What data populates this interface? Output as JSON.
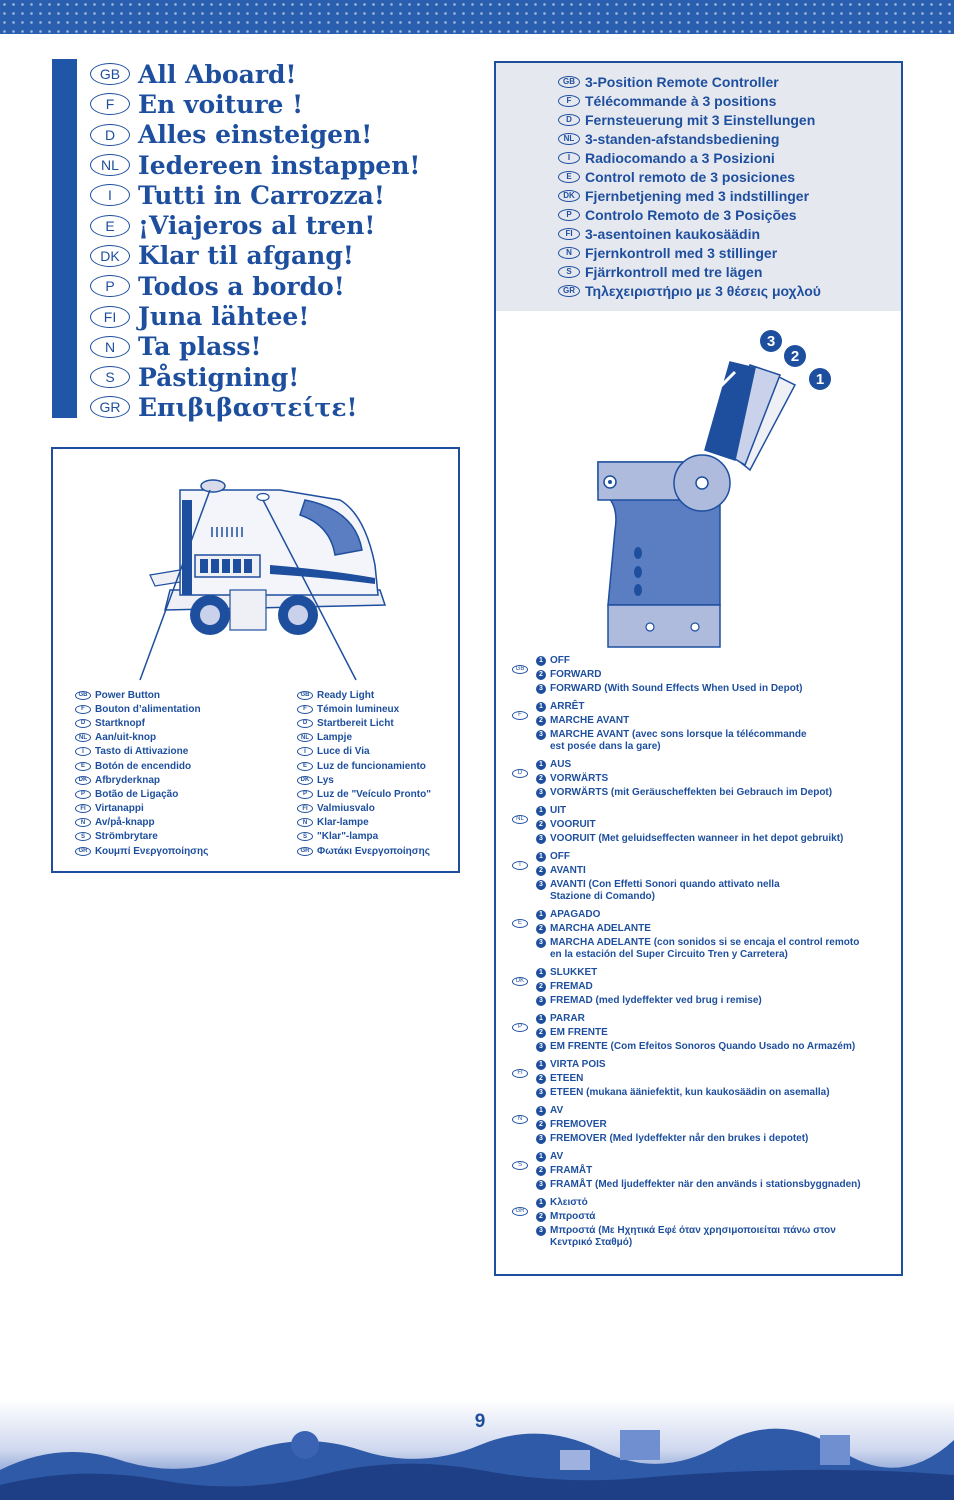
{
  "titles": [
    {
      "lang": "GB",
      "text": "All Aboard!"
    },
    {
      "lang": "F",
      "text": "En voiture !"
    },
    {
      "lang": "D",
      "text": "Alles einsteigen!"
    },
    {
      "lang": "NL",
      "text": "Iedereen instappen!"
    },
    {
      "lang": "I",
      "text": "Tutti in Carrozza!"
    },
    {
      "lang": "E",
      "text": "¡Viajeros al tren!"
    },
    {
      "lang": "DK",
      "text": "Klar til afgang!"
    },
    {
      "lang": "P",
      "text": "Todos a bordo!"
    },
    {
      "lang": "FI",
      "text": "Juna lähtee!"
    },
    {
      "lang": "N",
      "text": "Ta plass!"
    },
    {
      "lang": "S",
      "text": "Påstigning!"
    },
    {
      "lang": "GR",
      "text": "Επιβιβαστείτε!"
    }
  ],
  "power_button_labels": [
    {
      "lang": "GB",
      "text": "Power Button"
    },
    {
      "lang": "F",
      "text": "Bouton d’alimentation"
    },
    {
      "lang": "D",
      "text": "Startknopf"
    },
    {
      "lang": "NL",
      "text": "Aan/uit-knop"
    },
    {
      "lang": "I",
      "text": "Tasto di Attivazione"
    },
    {
      "lang": "E",
      "text": "Botón de encendido"
    },
    {
      "lang": "DK",
      "text": "Afbryderknap"
    },
    {
      "lang": "P",
      "text": "Botão de Ligação"
    },
    {
      "lang": "FI",
      "text": "Virtanappi"
    },
    {
      "lang": "N",
      "text": "Av/på-knapp"
    },
    {
      "lang": "S",
      "text": "Strömbrytare"
    },
    {
      "lang": "GR",
      "text": "Κουμπί Ενεργοποίησης"
    }
  ],
  "ready_light_labels": [
    {
      "lang": "GB",
      "text": "Ready Light"
    },
    {
      "lang": "F",
      "text": "Témoin lumineux"
    },
    {
      "lang": "D",
      "text": "Startbereit Licht"
    },
    {
      "lang": "NL",
      "text": "Lampje"
    },
    {
      "lang": "I",
      "text": "Luce di Via"
    },
    {
      "lang": "E",
      "text": "Luz de funcionamiento"
    },
    {
      "lang": "DK",
      "text": "Lys"
    },
    {
      "lang": "P",
      "text": "Luz de \"Veículo Pronto\""
    },
    {
      "lang": "FI",
      "text": "Valmiusvalo"
    },
    {
      "lang": "N",
      "text": "Klar-lampe"
    },
    {
      "lang": "S",
      "text": "\"Klar\"-lampa"
    },
    {
      "lang": "GR",
      "text": "Φωτάκι Ενεργοποίησης"
    }
  ],
  "remote_titles": [
    {
      "lang": "GB",
      "text": "3-Position Remote Controller"
    },
    {
      "lang": "F",
      "text": "Télécommande à 3 positions"
    },
    {
      "lang": "D",
      "text": "Fernsteuerung mit 3 Einstellungen"
    },
    {
      "lang": "NL",
      "text": "3-standen-afstandsbediening"
    },
    {
      "lang": "I",
      "text": "Radiocomando a 3 Posizioni"
    },
    {
      "lang": "E",
      "text": "Control remoto de 3 posiciones"
    },
    {
      "lang": "DK",
      "text": "Fjernbetjening med 3 indstillinger"
    },
    {
      "lang": "P",
      "text": "Controlo Remoto de 3 Posições"
    },
    {
      "lang": "FI",
      "text": "3-asentoinen kaukosäädin"
    },
    {
      "lang": "N",
      "text": "Fjernkontroll med 3 stillinger"
    },
    {
      "lang": "S",
      "text": "Fjärrkontroll med tre lägen"
    },
    {
      "lang": "GR",
      "text": "Τηλεχειριστήριο με 3 θέσεις μοχλού"
    }
  ],
  "position_badges": [
    "3",
    "2",
    "1"
  ],
  "position_numbers": [
    "1",
    "2",
    "3"
  ],
  "positions": [
    {
      "lang": "GB",
      "items": [
        "OFF",
        "FORWARD",
        "FORWARD (With Sound Effects When Used in Depot)"
      ]
    },
    {
      "lang": "F",
      "items": [
        "ARRÊT",
        "MARCHE AVANT",
        "MARCHE AVANT (avec sons lorsque la télécommande\nest posée dans la gare)"
      ]
    },
    {
      "lang": "D",
      "items": [
        "AUS",
        "VORWÄRTS",
        "VORWÄRTS (mit Geräuscheffekten bei Gebrauch im Depot)"
      ]
    },
    {
      "lang": "NL",
      "items": [
        "UIT",
        "VOORUIT",
        "VOORUIT (Met geluidseffecten wanneer in het depot gebruikt)"
      ]
    },
    {
      "lang": "I",
      "items": [
        "OFF",
        "AVANTI",
        "AVANTI (Con Effetti Sonori quando attivato nella\nStazione di Comando)"
      ]
    },
    {
      "lang": "E",
      "items": [
        "APAGADO",
        "MARCHA ADELANTE",
        "MARCHA ADELANTE (con sonidos si se encaja el control remoto\nen la estación del Super Circuito Tren y Carretera)"
      ]
    },
    {
      "lang": "DK",
      "items": [
        "SLUKKET",
        "FREMAD",
        "FREMAD (med lydeffekter ved brug i remise)"
      ]
    },
    {
      "lang": "P",
      "items": [
        "PARAR",
        "EM FRENTE",
        "EM FRENTE (Com Efeitos Sonoros Quando Usado no Armazém)"
      ]
    },
    {
      "lang": "FI",
      "items": [
        "VIRTA POIS",
        "ETEEN",
        "ETEEN (mukana ääniefektit, kun kaukosäädin on asemalla)"
      ]
    },
    {
      "lang": "N",
      "items": [
        "AV",
        "FREMOVER",
        "FREMOVER (Med lydeffekter når den brukes i depotet)"
      ]
    },
    {
      "lang": "S",
      "items": [
        "AV",
        "FRAMÅT",
        "FRAMÅT (Med ljudeffekter när den används i stationsbyggnaden)"
      ]
    },
    {
      "lang": "GR",
      "items": [
        "Κλειστό",
        "Μπροστά",
        "Μπροστά (Με Ηχητικά Εφέ όταν χρησιμοποιείται πάνω στον\nΚεντρικό Σταθμό)"
      ]
    }
  ],
  "page_number": "9",
  "colors": {
    "brand_blue": "#1e4f9e",
    "panel_gray": "#e6e8f0"
  }
}
